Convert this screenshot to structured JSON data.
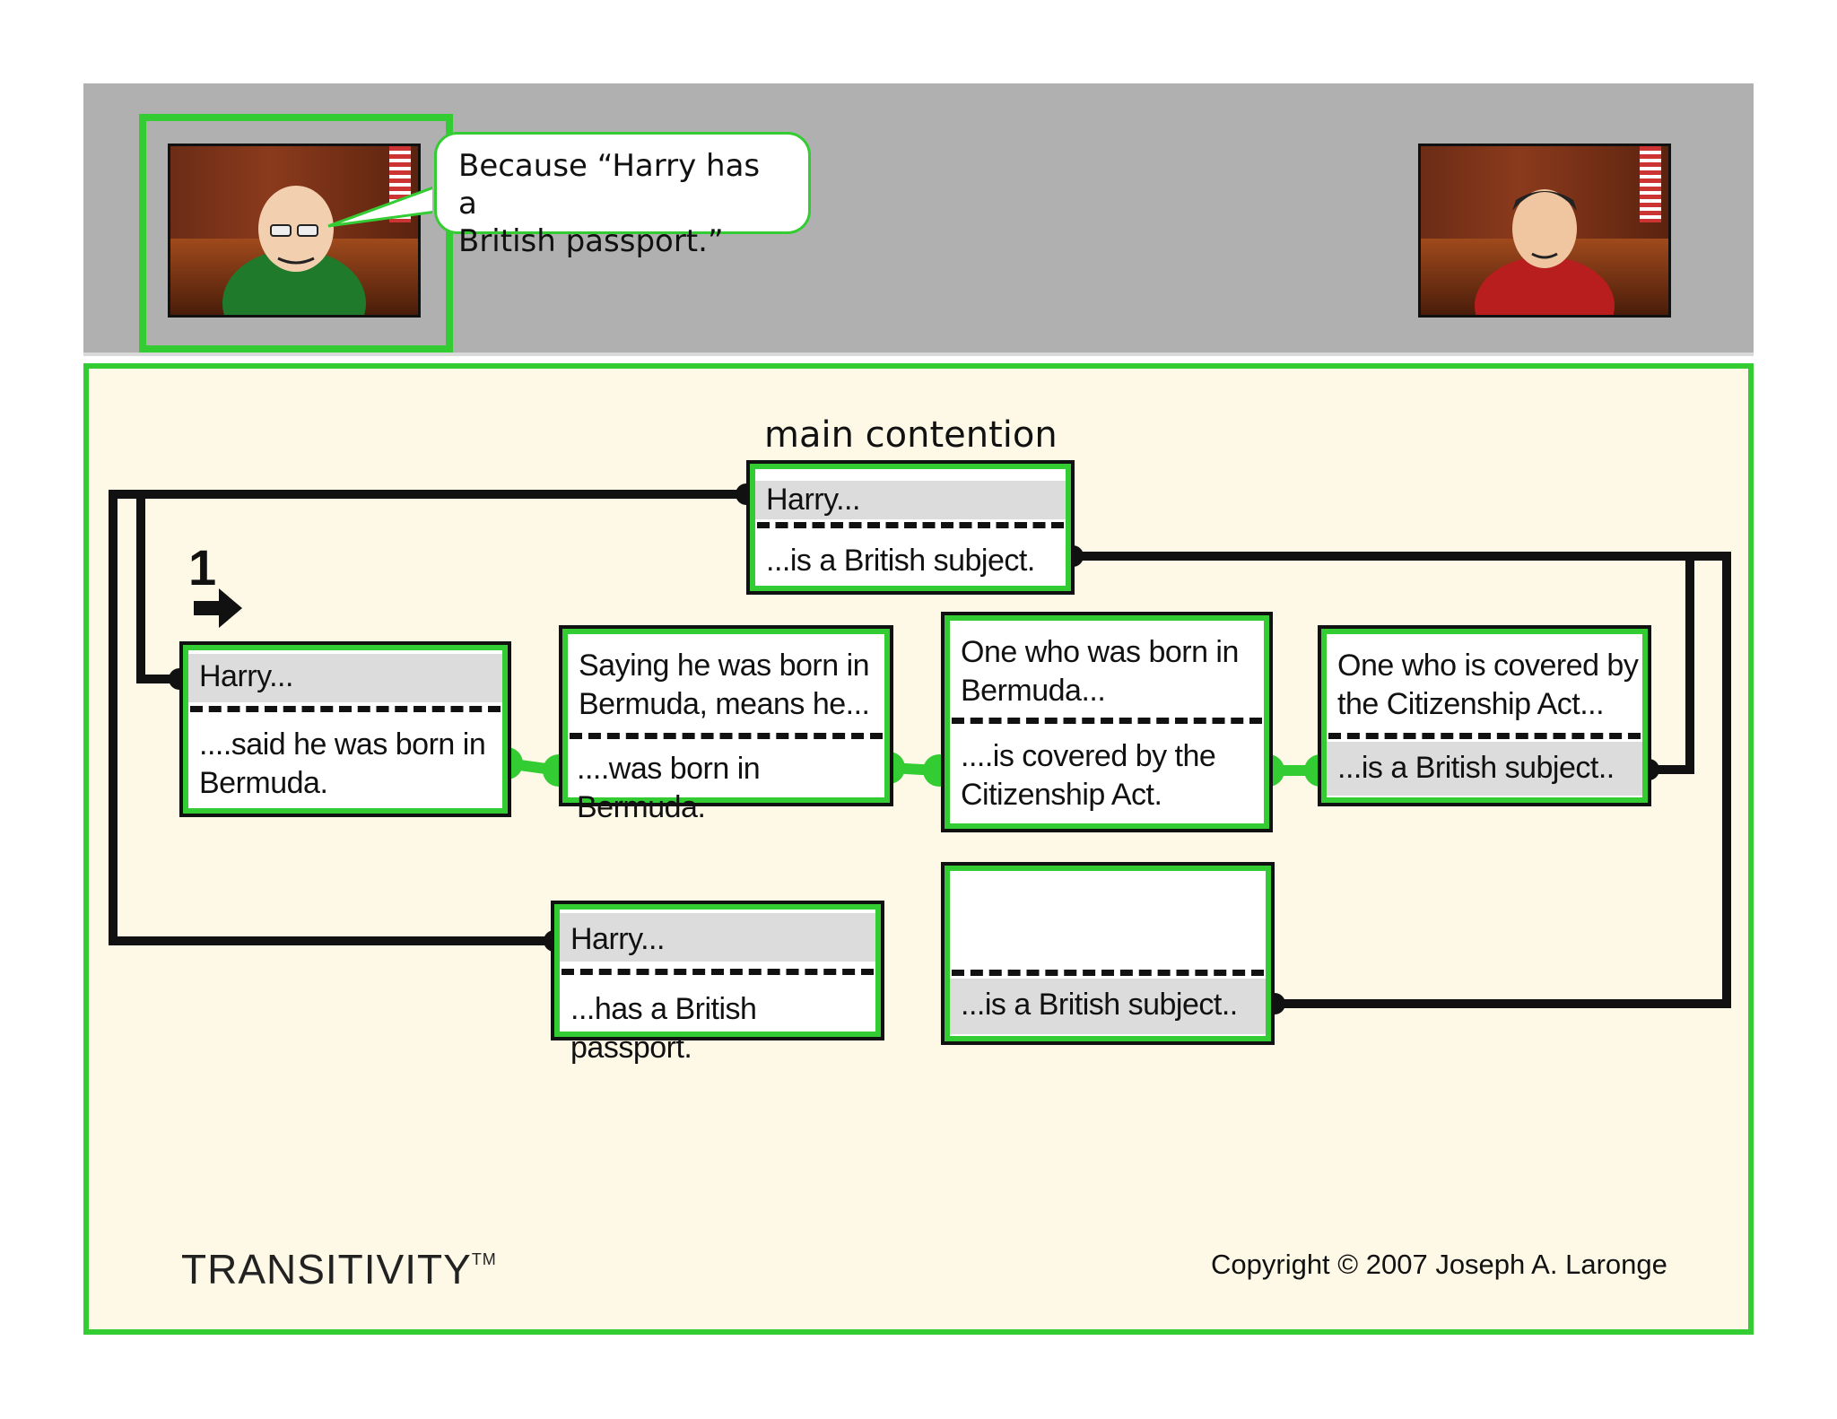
{
  "speech": {
    "line1": "Because “Harry has a",
    "line2": "British passport.”"
  },
  "diagram": {
    "heading": "main contention",
    "step_number": "1",
    "main_contention": {
      "top": "Harry...",
      "bottom": "...is a British subject."
    },
    "reason_born": {
      "top": "Harry...",
      "bottom_line1": "....said he was born in",
      "bottom_line2": "Bermuda."
    },
    "link_saying": {
      "top_line1": "Saying he was born in",
      "top_line2": "Bermuda, means he...",
      "bottom": "....was born in Bermuda."
    },
    "link_born": {
      "top_line1": "One who was born in",
      "top_line2": "Bermuda...",
      "bottom_line1": "....is covered by the",
      "bottom_line2": "Citizenship Act."
    },
    "link_covered": {
      "top_line1": "One who is covered by",
      "top_line2": "the Citizenship Act...",
      "bottom": "...is a British subject.."
    },
    "reason_passport": {
      "top": "Harry...",
      "bottom": "...has a British passport."
    },
    "empty_warrant": {
      "top": "",
      "bottom": "...is a British subject.."
    }
  },
  "footer": {
    "brand": "TRANSITIVITY",
    "trademark": "TM",
    "copyright": "Copyright © 2007 Joseph A. Laronge"
  },
  "colors": {
    "accent_green": "#33cc33",
    "panel_bg": "#fdf9e6",
    "header_grey": "#b0b0b0",
    "lines": "#111111"
  }
}
